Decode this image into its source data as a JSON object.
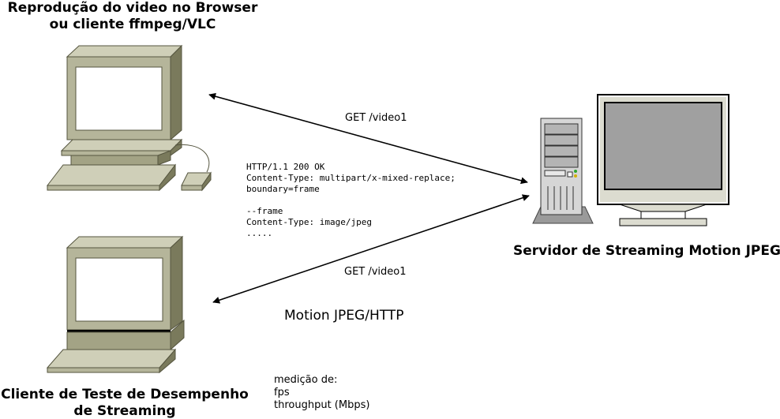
{
  "labels": {
    "browser_client_title": [
      "Reprodução do video no Browser",
      "ou cliente ffmpeg/VLC"
    ],
    "server_title": "Servidor de Streaming Motion JPEG",
    "test_client_title": [
      "Cliente de Teste de Desempenho",
      "de Streaming"
    ],
    "get_request_top": "GET /video1",
    "get_request_bottom": "GET /video1",
    "protocol": "Motion JPEG/HTTP",
    "http_response": "HTTP/1.1 200 OK\nContent-Type: multipart/x-mixed-replace;\nboundary=frame\n\n--frame\nContent-Type: image/jpeg\n.....",
    "measurement": [
      "medição de:",
      "fps",
      "throughput (Mbps)"
    ]
  },
  "colors": {
    "monitor_body": "#b5b59a",
    "monitor_light": "#cfcfb8",
    "monitor_dark": "#7a7a5c",
    "server_screen": "#a0a0a0",
    "server_frame": "#dcdcd0",
    "arrow": "#000000"
  }
}
